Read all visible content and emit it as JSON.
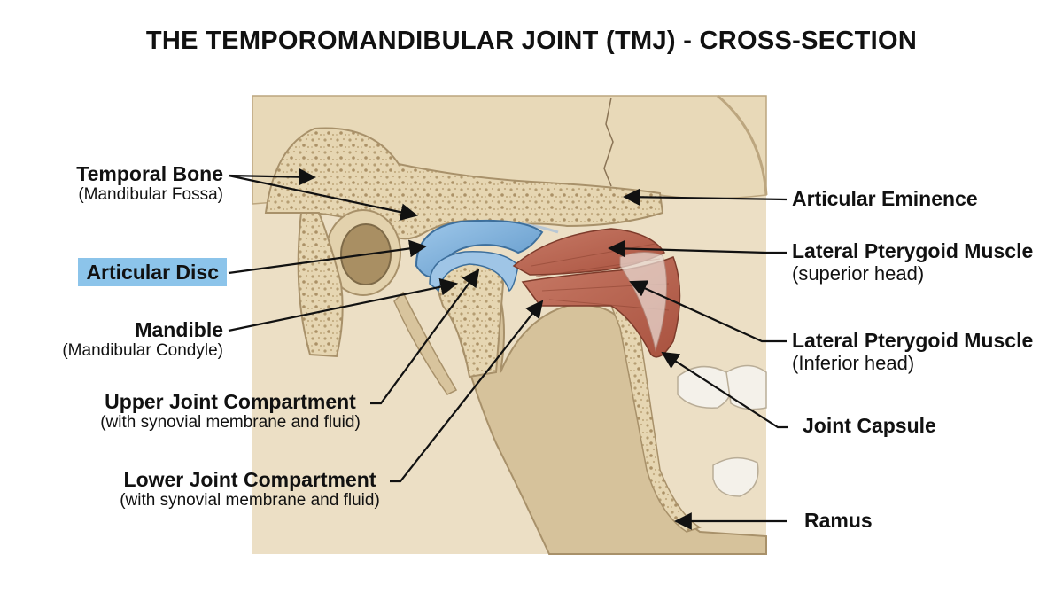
{
  "title": "THE TEMPOROMANDIBULAR JOINT (TMJ) - CROSS-SECTION",
  "labels": {
    "temporal_bone": {
      "name": "Temporal Bone",
      "sub": "(Mandibular Fossa)"
    },
    "articular_disc": {
      "name": "Articular Disc"
    },
    "mandible": {
      "name": "Mandible",
      "sub": "(Mandibular Condyle)"
    },
    "upper_compartment": {
      "name": "Upper Joint Compartment",
      "sub": "(with synovial membrane and fluid)"
    },
    "lower_compartment": {
      "name": "Lower Joint Compartment",
      "sub": "(with synovial membrane and fluid)"
    },
    "articular_eminence": {
      "name": "Articular Eminence"
    },
    "lpm_superior": {
      "name": "Lateral Pterygoid Muscle",
      "sub": "(superior head)"
    },
    "lpm_inferior": {
      "name": "Lateral Pterygoid Muscle",
      "sub": "(Inferior head)"
    },
    "joint_capsule": {
      "name": "Joint Capsule"
    },
    "ramus": {
      "name": "Ramus"
    }
  },
  "colors": {
    "bone": "#e9dcc0",
    "bone_dark": "#c8b58f",
    "disc": "#7fb3dd",
    "muscle": "#c06a55",
    "highlight": "#8cc4ea"
  }
}
